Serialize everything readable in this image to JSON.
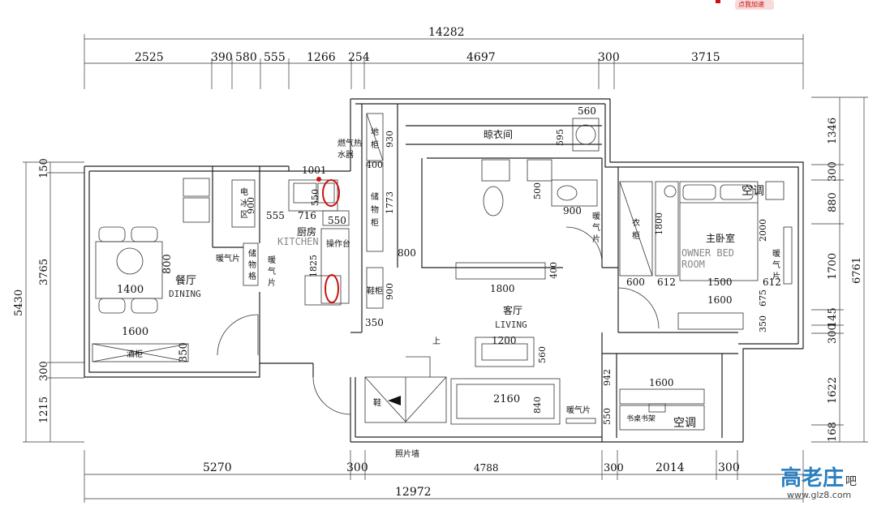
{
  "top_dims": {
    "total": "14282",
    "segments": [
      "2525",
      "390",
      "580",
      "555",
      "1266",
      "254",
      "4697",
      "300",
      "3715"
    ]
  },
  "bottom_dims": {
    "total": "12972",
    "segments": [
      "5270",
      "300",
      "4788",
      "300",
      "2014",
      "300"
    ]
  },
  "left_dims": {
    "total": "5430",
    "segments": [
      "150",
      "3765",
      "300",
      "1215"
    ]
  },
  "right_dims": {
    "total": "6761",
    "segments": [
      "1346",
      "300",
      "880",
      "1700",
      "300",
      "145",
      "1622",
      "168"
    ]
  },
  "rooms": {
    "dining_cn": "餐厅",
    "dining_en": "DINING",
    "kitchen_cn": "厨房",
    "kitchen_en": "KITCHEN",
    "living_cn": "客厅",
    "living_en": "LIVING",
    "bedroom_cn": "主卧室",
    "bedroom_en1": "OWNER BED",
    "bedroom_en2": "ROOM",
    "drying_cn": "晾衣间"
  },
  "labels": {
    "gas_heater1": "燃气热",
    "gas_heater2": "水器",
    "counter": "操作台",
    "radiator1": "暖气片",
    "radiator2": "暖",
    "radiator3": "气",
    "radiator4": "片",
    "storage1": "储",
    "storage2": "物",
    "storage3": "格",
    "storage_cab1": "储",
    "storage_cab2": "物",
    "storage_cab3": "柜",
    "floor_cab1": "地",
    "floor_cab2": "柜",
    "shoe_cab1": "鞋",
    "shoe_cab2": "柜",
    "shoe": "鞋",
    "wine_cab": "酒柜",
    "fridge1": "电",
    "fridge2": "冰",
    "fridge3": "区",
    "wardrobe1": "衣",
    "wardrobe2": "柜",
    "ac1": "空调",
    "ac2": "空调",
    "radiator_bed1": "暖",
    "radiator_bed2": "气",
    "radiator_bed3": "片",
    "radiator_bath1": "暖",
    "radiator_bath2": "气",
    "radiator_bath3": "片",
    "radiator_living": "暖气片",
    "bookshelf": "书桌书架",
    "up": "上",
    "photo_wall": "照片墙",
    "watermark_url": "www.glz8.com",
    "watermark_logo": "高老庄",
    "watermark_tail": "吧",
    "top_badge": "点我加速"
  },
  "inner_dims": {
    "d560": "560",
    "d595": "595",
    "d930": "930",
    "d400a": "400",
    "d1773": "1773",
    "d1001": "1001",
    "d550a": "550",
    "d550b": "550",
    "d716": "716",
    "d555": "555",
    "d900a": "900",
    "d1825": "1825",
    "d800a": "800",
    "d800b": "800",
    "d1400": "1400",
    "d1600a": "1600",
    "d350a": "350",
    "d900b": "900",
    "d350b": "350",
    "d500": "500",
    "d900c": "900",
    "d1800a": "1800",
    "d400b": "400",
    "d1800b": "1800",
    "d600": "600",
    "d612a": "612",
    "d1500": "1500",
    "d612b": "612",
    "d2000": "2000",
    "d1600b": "1600",
    "d675": "675",
    "d350c": "350",
    "d1200": "1200",
    "d560b": "560",
    "d2160": "2160",
    "d840": "840",
    "d942": "942",
    "d1600c": "1600",
    "d550c": "550"
  }
}
